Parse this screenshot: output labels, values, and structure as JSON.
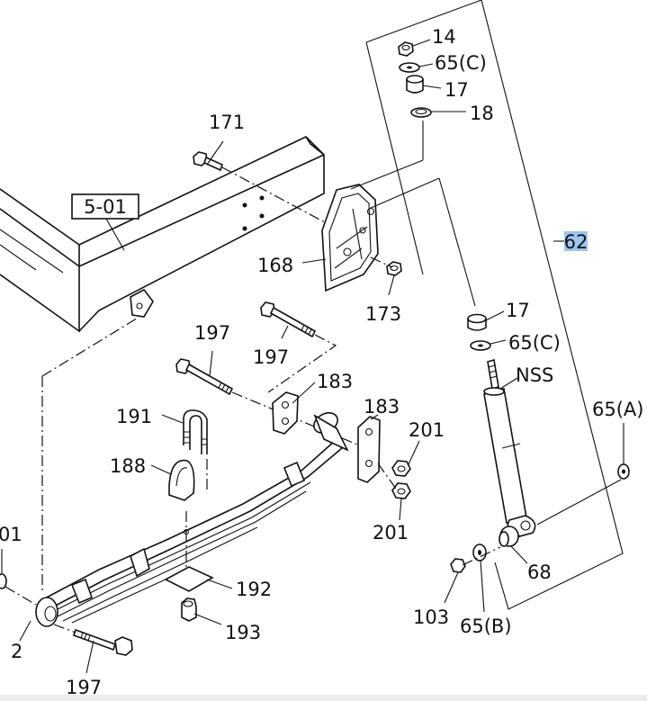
{
  "diagram": {
    "ref_box": "5-01",
    "highlight": {
      "text": "62",
      "color": "#9cc4ec"
    },
    "callouts": {
      "c14": "14",
      "c65c_top": "65(C)",
      "c17_top": "17",
      "c18": "18",
      "c171": "171",
      "c168": "168",
      "c173": "173",
      "c17_mid": "17",
      "c65c_mid": "65(C)",
      "cnss": "NSS",
      "c65a": "65(A)",
      "c197_a": "197",
      "c197_b": "197",
      "c197_c": "197",
      "c183_a": "183",
      "c183_b": "183",
      "c191": "191",
      "c188": "188",
      "c201_a": "201",
      "c201_b": "201",
      "c201_left": "01",
      "c68": "68",
      "c103": "103",
      "c65b": "65(B)",
      "c192": "192",
      "c193": "193",
      "c2": "2"
    }
  }
}
